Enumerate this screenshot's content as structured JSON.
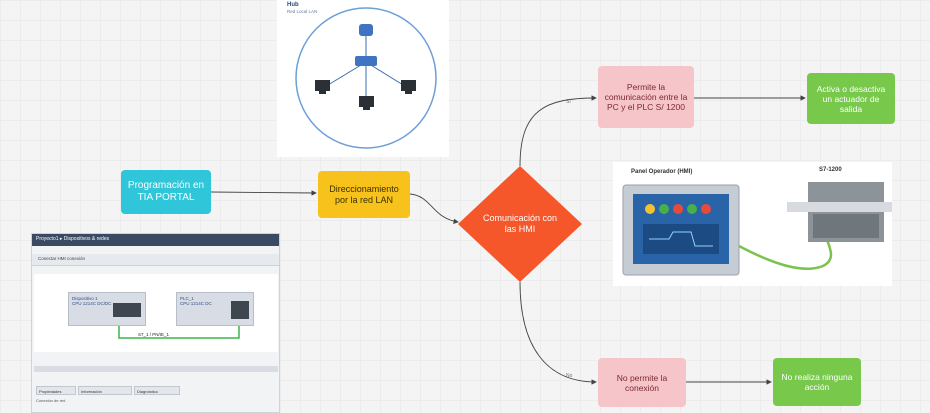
{
  "nodes": {
    "programacion": "Programación en TIA PORTAL",
    "direccionamiento": "Direccionamiento por la red LAN",
    "comunicacion": "Comunicación con las HMI",
    "permite": "Permite la comunicación entre la PC y el PLC S/ 1200",
    "activa": "Activa o desactiva un actuador de salida",
    "no_permite": "No permite la conexión",
    "no_realiza": "No realiza ninguna acción"
  },
  "edge_labels": {
    "yes": "Sí",
    "no": "No"
  },
  "network_image": {
    "title": "Hub",
    "subtitle": "Red Local LAN"
  },
  "hmi_image": {
    "hmi_label": "Panel Operador (HMI)",
    "plc_label": "S7-1200"
  },
  "tia_image": {
    "header": "Proyecto1 ▸ Dispositivos & redes",
    "toolbar": "Conectar  HMI conexión",
    "device1": "Dispositivo 1\nCPU 1214C DC/DC",
    "device2": "PLC_1\nCPU 1214C DC",
    "connection": "S7_1 / PN/IE_1",
    "tabs": [
      "Propiedades",
      "Información",
      "Diagnóstico"
    ],
    "footer": "Conexión de red"
  },
  "colors": {
    "programacion": "#2ec6d8",
    "direccionamiento": "#f7c21b",
    "comunicacion": "#f5562a",
    "permite": "#f6c5c9",
    "activa": "#77c84b"
  }
}
